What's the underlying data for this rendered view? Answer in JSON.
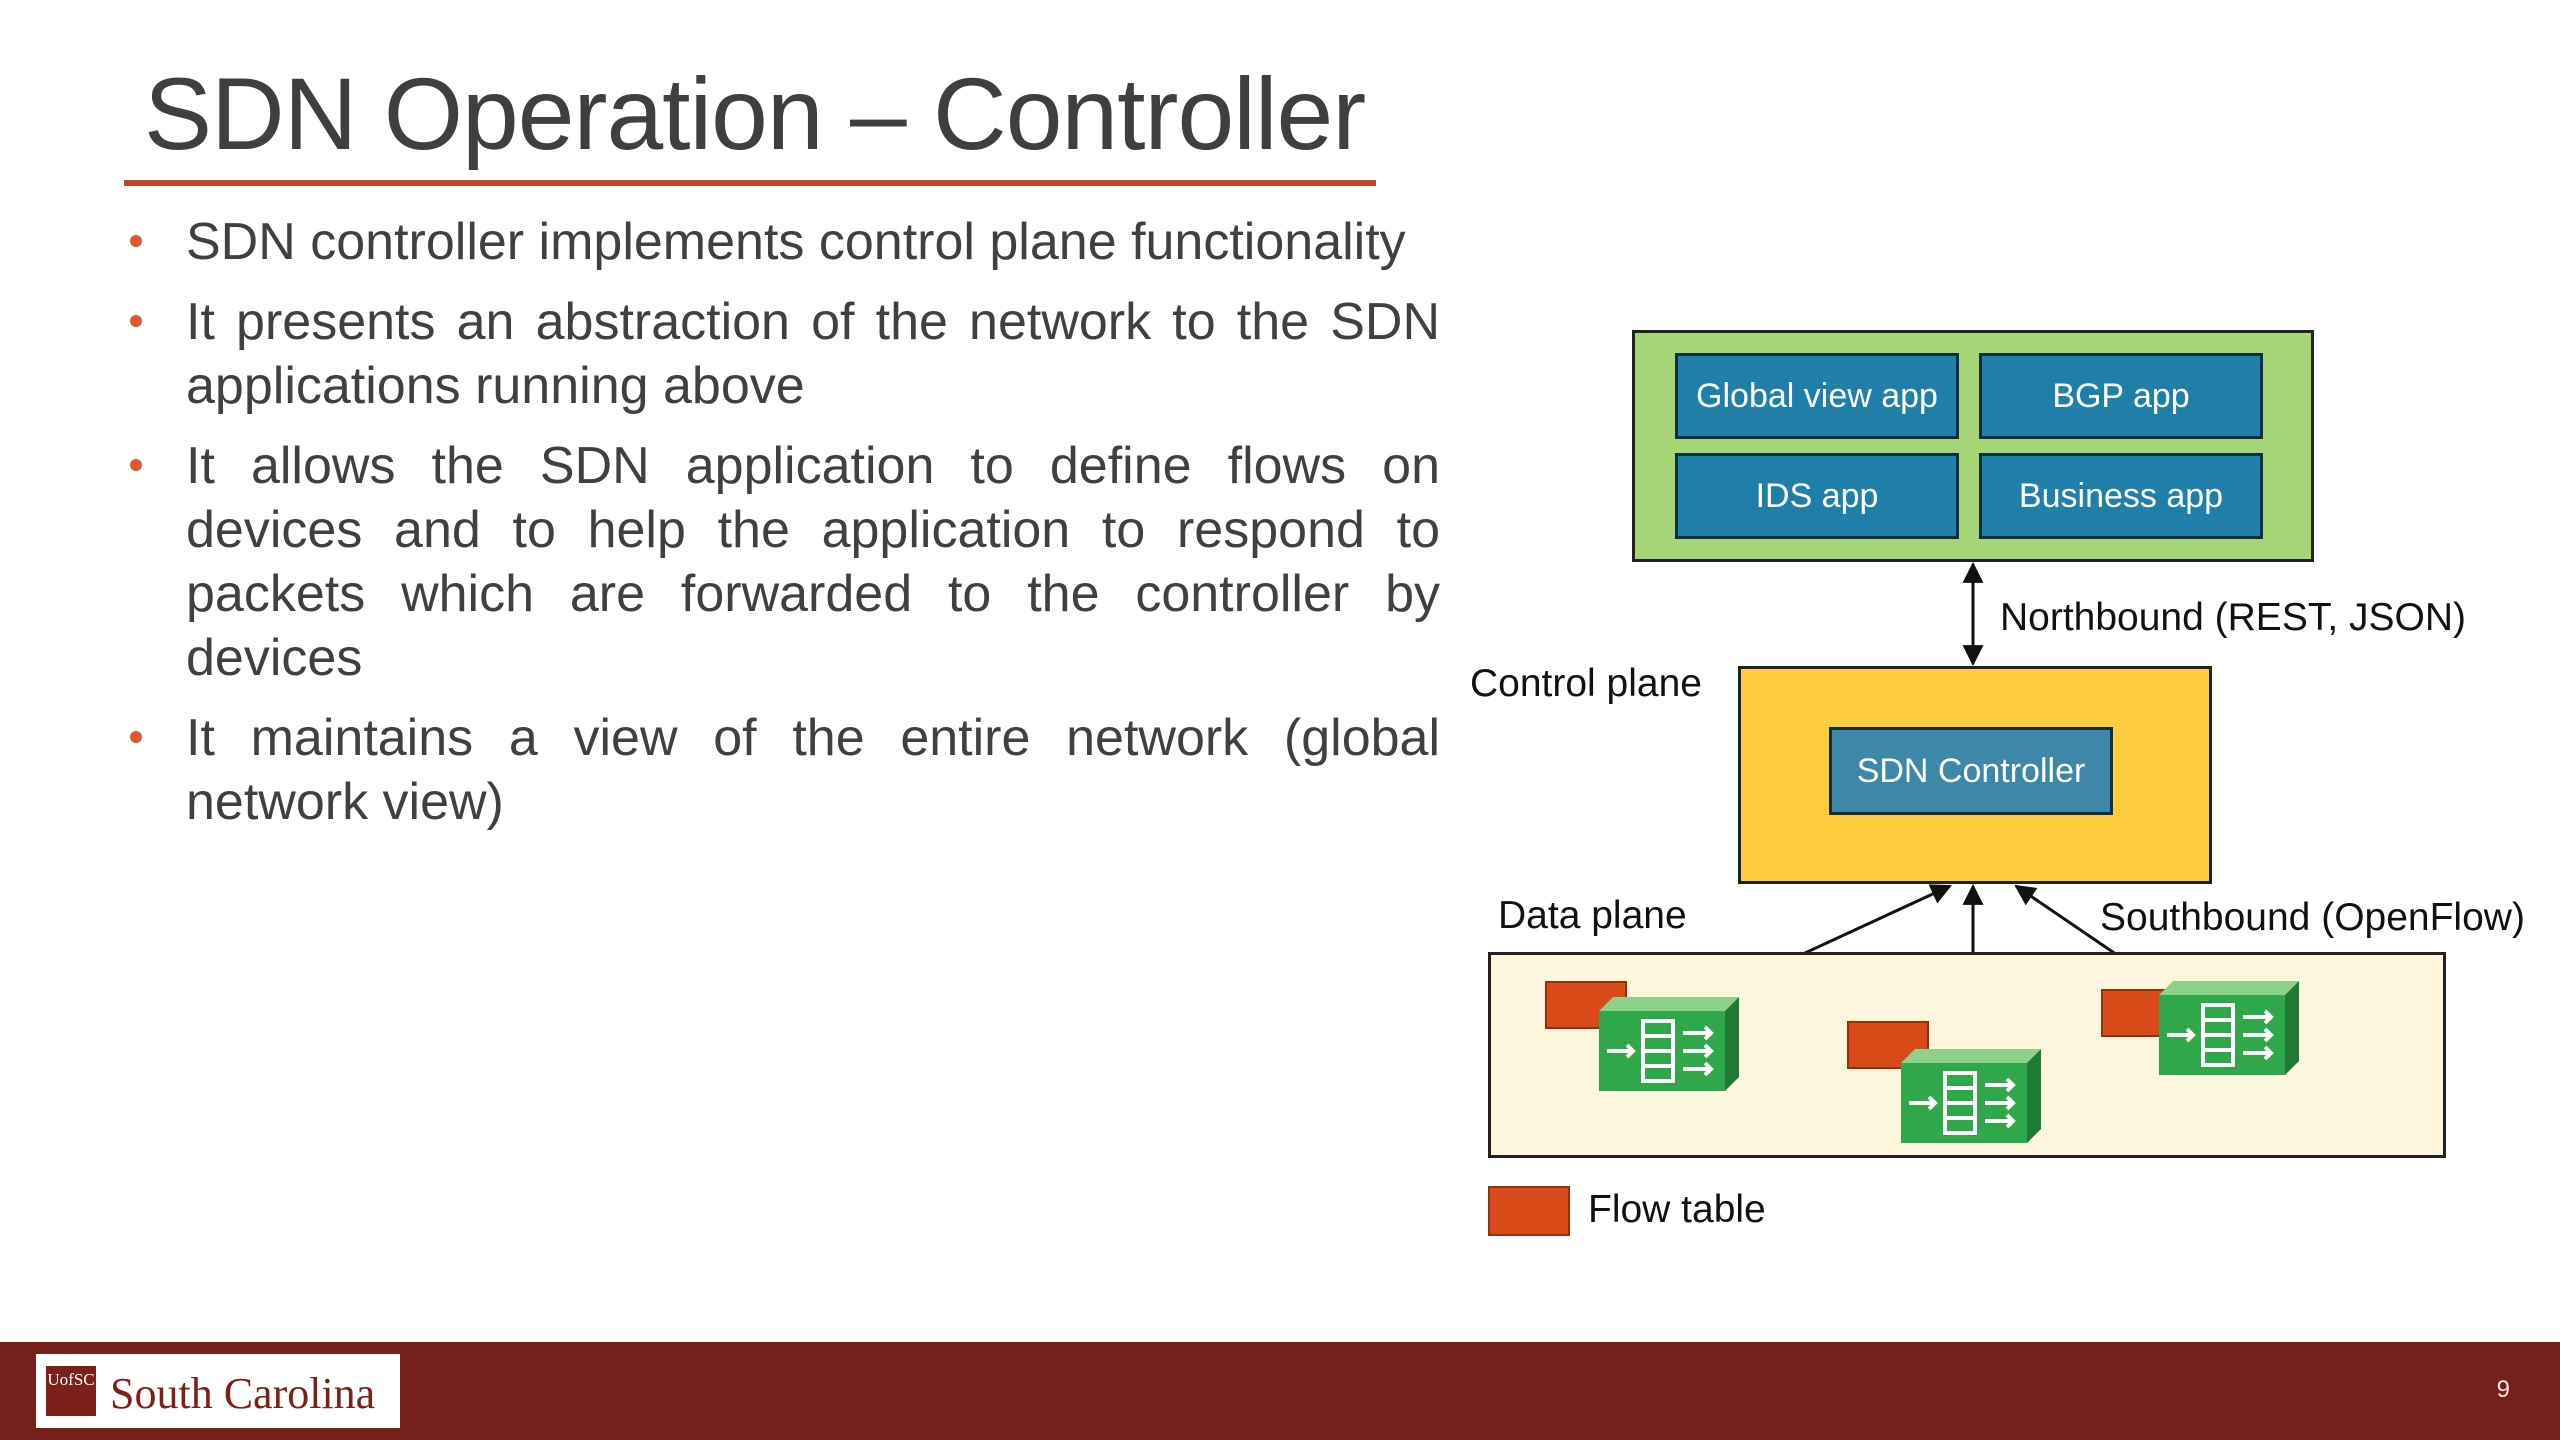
{
  "slide": {
    "title": "SDN Operation – Controller",
    "bullets": [
      "SDN controller implements control plane functionality",
      "It presents an abstraction of the network to the SDN applications running above",
      "It allows the SDN application to define flows on devices and to help the application to respond to packets which are forwarded to the controller by devices",
      "It maintains a view of the entire network (global network view)"
    ]
  },
  "diagram": {
    "apps": [
      "Global view app",
      "BGP app",
      "IDS app",
      "Business app"
    ],
    "northbound_label": "Northbound (REST, JSON)",
    "control_plane_label": "Control plane",
    "controller_label": "SDN Controller",
    "data_plane_label": "Data plane",
    "southbound_label": "Southbound (OpenFlow)",
    "legend_label": "Flow table",
    "colors": {
      "apps_background": "#a6d577",
      "app_box": "#1f7fa8",
      "control_background": "#fdcd3f",
      "data_background": "#fdf5dc",
      "flow_table": "#d84a18",
      "switch": "#2ea84a"
    }
  },
  "footer": {
    "logo_seal": "UofSC",
    "logo_text": "South Carolina",
    "page_number": "9"
  },
  "colors": {
    "accent_rule": "#c0462a",
    "bullet_marker": "#d85a2e",
    "footer_band": "#73211a"
  }
}
